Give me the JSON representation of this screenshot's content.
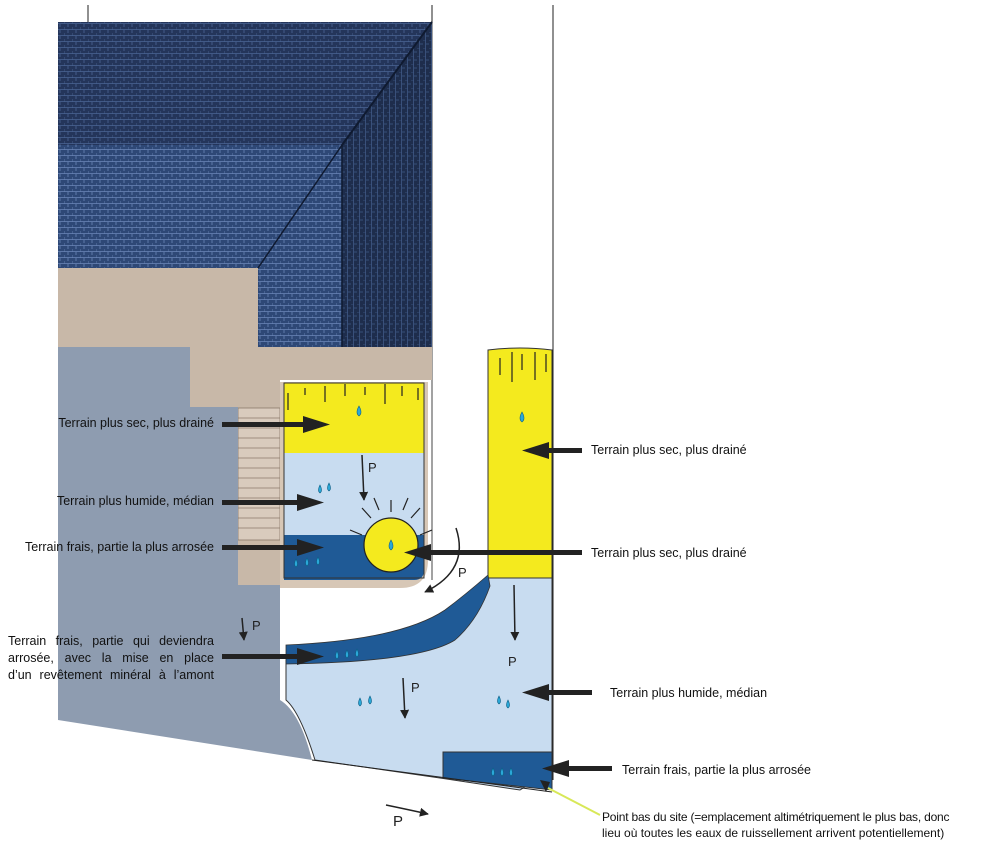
{
  "diagram": {
    "colors": {
      "roof_dark": "#1d2a44",
      "roof_mid": "#2f4a78",
      "terrace": "#c8b8a8",
      "paved": "#8e9cb0",
      "dry_yellow": "#f4ea1e",
      "humid_light_blue": "#c8dcf0",
      "wet_dark_blue": "#1f5a96",
      "water_drop": "#2aa8d8",
      "arrow": "#222222",
      "pointer_line": "#d8e858"
    },
    "flow_marker": "P",
    "labels_left": {
      "dry": "Terrain plus sec, plus drainé",
      "humid": "Terrain plus humide, médian",
      "wet": "Terrain frais, partie la plus arrosée",
      "future_wet_lines": [
        "Terrain frais, partie qui deviendra",
        "arrosée, avec la mise en place",
        "d’un revêtement minéral à l’amont"
      ]
    },
    "labels_right": {
      "dry_strip": "Terrain plus sec, plus drainé",
      "dry_mound": "Terrain plus sec, plus drainé",
      "humid": "Terrain plus humide, médian",
      "wet": "Terrain frais, partie la plus arrosée"
    },
    "low_point": {
      "line1": "Point bas du site (=emplacement altimétriquement le plus bas, donc",
      "line2": "lieu où toutes les eaux de ruissellement arrivent potentiellement)"
    }
  }
}
